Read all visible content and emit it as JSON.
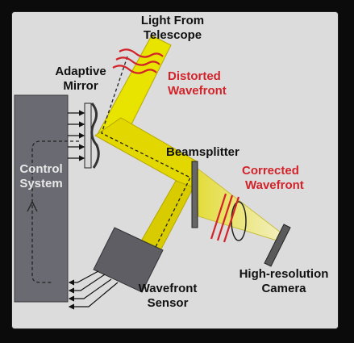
{
  "labels": {
    "light_source": [
      "Light From",
      "Telescope"
    ],
    "adaptive_mirror": [
      "Adaptive",
      "Mirror"
    ],
    "distorted_wavefront": [
      "Distorted",
      "Wavefront"
    ],
    "beamsplitter": "Beamsplitter",
    "corrected_wavefront": [
      "Corrected",
      "Wavefront"
    ],
    "control_system": [
      "Control",
      "System"
    ],
    "camera": [
      "High-resolution",
      "Camera"
    ],
    "wavefront_sensor": [
      "Wavefront",
      "Sensor"
    ]
  },
  "colors": {
    "background": "#dcdcdc",
    "beam": "#e8e400",
    "beam_dark": "#c9b800",
    "beam_fade": "#f1efb0",
    "wavefront_red": "#d2232a",
    "control_box": "#6a6a72",
    "sensor_box": "#5e5e64",
    "text": "#111111"
  }
}
